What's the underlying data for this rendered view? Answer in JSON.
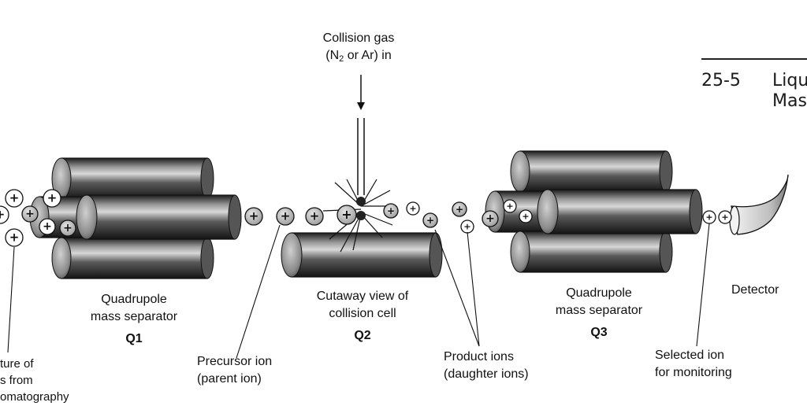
{
  "section": {
    "number": "25-5",
    "title_line1": "Liqu",
    "title_line2": "Mas"
  },
  "labels": {
    "collision_gas_line1": "Collision gas",
    "collision_gas_open": "(N",
    "collision_gas_sub": "2",
    "collision_gas_close": " or Ar) in",
    "q1_line1": "Quadrupole",
    "q1_line2": "mass separator",
    "q1_id": "Q1",
    "q2_line1": "Cutaway view of",
    "q2_line2": "collision cell",
    "q2_id": "Q2",
    "q3_line1": "Quadrupole",
    "q3_line2": "mass separator",
    "q3_id": "Q3",
    "detector": "Detector",
    "precursor_line1": "Precursor ion",
    "precursor_line2": "(parent ion)",
    "product_line1": "Product ions",
    "product_line2": "(daughter ions)",
    "selected_line1": "Selected ion",
    "selected_line2": "for monitoring",
    "mixture_line1": "ture of",
    "mixture_line2": "s from",
    "mixture_line3": "omatography"
  },
  "ion_symbol": "+",
  "colors": {
    "ink": "#111111",
    "rod_dark": "#1c1c1c",
    "rod_mid": "#6a6a6a",
    "rod_light": "#d8d8d8",
    "ion_fill": "#b8b8b8",
    "rule": "#222222"
  }
}
